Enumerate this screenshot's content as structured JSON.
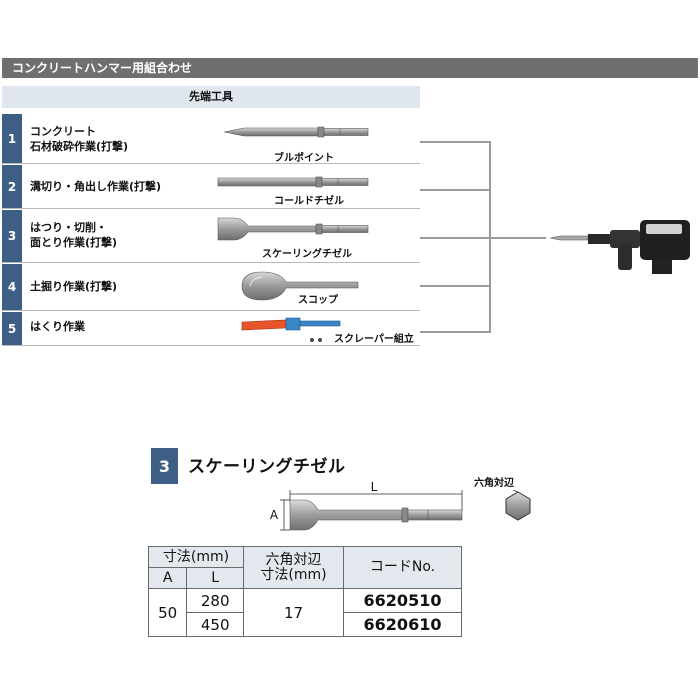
{
  "header": {
    "title": "コンクリートハンマー用組合わせ"
  },
  "column_header": "先端工具",
  "rows": [
    {
      "number": "1",
      "label_line1": "コンクリート",
      "label_line2": "石材破砕作業(打撃)",
      "tool_name": "ブルポイント"
    },
    {
      "number": "2",
      "label_line1": "溝切り・角出し作業(打撃)",
      "label_line2": "",
      "tool_name": "コールドチゼル"
    },
    {
      "number": "3",
      "label_line1": "はつり・切削・",
      "label_line2": "面とり作業(打撃)",
      "tool_name": "スケーリングチゼル"
    },
    {
      "number": "4",
      "label_line1": "土掘り作業(打撃)",
      "label_line2": "",
      "tool_name": "スコップ"
    },
    {
      "number": "5",
      "label_line1": "はくり作業",
      "label_line2": "",
      "tool_name": "スクレーパー組立"
    }
  ],
  "detail": {
    "badge": "3",
    "title": "スケーリングチゼル",
    "dimension_L": "L",
    "dimension_A": "A",
    "hex_label": "六角対辺"
  },
  "spec_table": {
    "col_size": "寸法(mm)",
    "col_A": "A",
    "col_L": "L",
    "col_hex_line1": "六角対辺",
    "col_hex_line2": "寸法(mm)",
    "col_code": "コードNo.",
    "A_value": "50",
    "hex_value": "17",
    "entries": [
      {
        "L": "280",
        "code": "6620510"
      },
      {
        "L": "450",
        "code": "6620610"
      }
    ]
  },
  "colors": {
    "title_bar": "#6f6f6f",
    "header_bg": "#dfe6ee",
    "badge_blue": "#3e5f85",
    "scraper_orange": "#e8542a",
    "scraper_blue": "#3b86c6"
  },
  "icons": [
    "bull-point-icon",
    "cold-chisel-icon",
    "scaling-chisel-icon",
    "spade-icon",
    "scraper-icon",
    "concrete-hammer-icon",
    "hexagon-icon"
  ]
}
